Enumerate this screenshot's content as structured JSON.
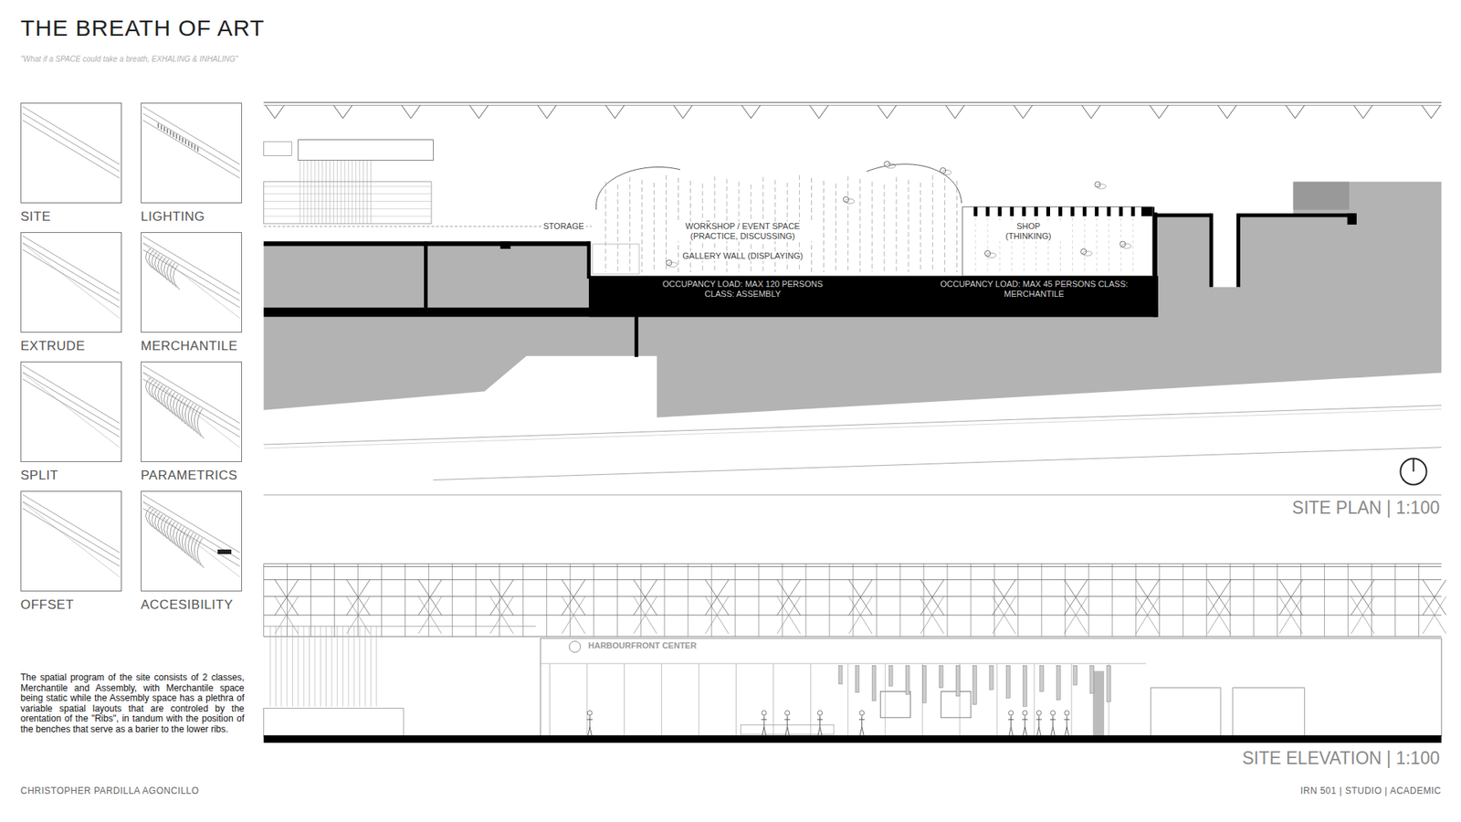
{
  "diagram": {
    "title": "THE BREATH OF ART",
    "nodes": [
      {
        "text": [
          "SITE"
        ]
      },
      {
        "text": [
          "LIGHTING"
        ]
      },
      {
        "text": [
          "EXTRUDE"
        ]
      },
      {
        "text": [
          "MERCHANTILE"
        ]
      },
      {
        "text": [
          "SPLIT"
        ]
      },
      {
        "text": [
          "PARAMETRICS"
        ]
      },
      {
        "text": [
          "OFFSET"
        ]
      },
      {
        "text": [
          "ACCESIBILITY"
        ]
      }
    ],
    "labels": [
      "\"What if a SPACE could take a breath, EXHALING & INHALING\"",
      "STORAGE",
      "WORKSHOP / EVENT SPACE (PRACTICE, DISCUSSING)",
      "GALLERY WALL (DISPLAYING)",
      "SHOP (THINKING)",
      "OCCUPANCY LOAD: MAX 120 PERSONS CLASS: ASSEMBLY",
      "OCCUPANCY LOAD: MAX 45 PERSONS CLASS: MERCHANTILE",
      "SITE PLAN | 1:100",
      "HARBOURFRONT CENTER",
      "SITE ELEVATION | 1:100",
      "The spatial program of the site consists of 2 classes, Merchantile and Assembly, with Merchantile space being static while the Assembly space has a plethra of variable spatial layouts that are controled by the orentation of the \"Ribs\", in tandum with the position of the benches that serve as a barier to the lower ribs.",
      "CHRISTOPHER PARDILLA AGONCILLO",
      "IRN 501 | STUDIO | ACADEMIC"
    ]
  }
}
